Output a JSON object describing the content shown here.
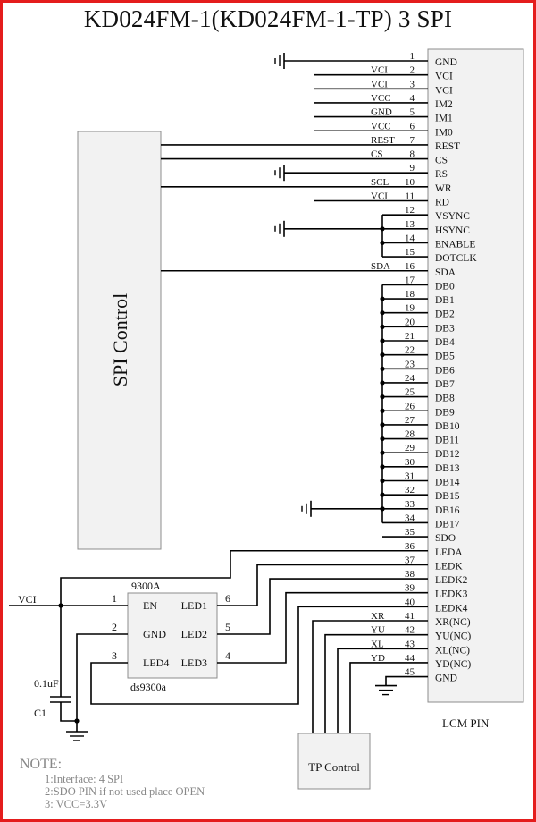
{
  "title": "KD024FM-1(KD024FM-1-TP)  3 SPI",
  "spi_block_label": "SPI Control",
  "lcm_label": "LCM PIN",
  "tp_block_label": "TP Control",
  "pins": [
    {
      "num": "1",
      "name": "GND",
      "sig": ""
    },
    {
      "num": "2",
      "name": "VCI",
      "sig": "VCI"
    },
    {
      "num": "3",
      "name": "VCI",
      "sig": "VCI"
    },
    {
      "num": "4",
      "name": "IM2",
      "sig": "VCC"
    },
    {
      "num": "5",
      "name": "IM1",
      "sig": "GND"
    },
    {
      "num": "6",
      "name": "IM0",
      "sig": "VCC"
    },
    {
      "num": "7",
      "name": "REST",
      "sig": "REST"
    },
    {
      "num": "8",
      "name": "CS",
      "sig": "CS"
    },
    {
      "num": "9",
      "name": "RS",
      "sig": ""
    },
    {
      "num": "10",
      "name": "WR",
      "sig": "SCL"
    },
    {
      "num": "11",
      "name": "RD",
      "sig": "VCI"
    },
    {
      "num": "12",
      "name": "VSYNC",
      "sig": ""
    },
    {
      "num": "13",
      "name": "HSYNC",
      "sig": ""
    },
    {
      "num": "14",
      "name": "ENABLE",
      "sig": ""
    },
    {
      "num": "15",
      "name": "DOTCLK",
      "sig": ""
    },
    {
      "num": "16",
      "name": "SDA",
      "sig": "SDA"
    },
    {
      "num": "17",
      "name": "DB0",
      "sig": ""
    },
    {
      "num": "18",
      "name": "DB1",
      "sig": ""
    },
    {
      "num": "19",
      "name": "DB2",
      "sig": ""
    },
    {
      "num": "20",
      "name": "DB3",
      "sig": ""
    },
    {
      "num": "21",
      "name": "DB4",
      "sig": ""
    },
    {
      "num": "22",
      "name": "DB5",
      "sig": ""
    },
    {
      "num": "23",
      "name": "DB6",
      "sig": ""
    },
    {
      "num": "24",
      "name": "DB7",
      "sig": ""
    },
    {
      "num": "25",
      "name": "DB8",
      "sig": ""
    },
    {
      "num": "26",
      "name": "DB9",
      "sig": ""
    },
    {
      "num": "27",
      "name": "DB10",
      "sig": ""
    },
    {
      "num": "28",
      "name": "DB11",
      "sig": ""
    },
    {
      "num": "29",
      "name": "DB12",
      "sig": ""
    },
    {
      "num": "30",
      "name": "DB13",
      "sig": ""
    },
    {
      "num": "31",
      "name": "DB14",
      "sig": ""
    },
    {
      "num": "32",
      "name": "DB15",
      "sig": ""
    },
    {
      "num": "33",
      "name": "DB16",
      "sig": ""
    },
    {
      "num": "34",
      "name": "DB17",
      "sig": ""
    },
    {
      "num": "35",
      "name": "SDO",
      "sig": ""
    },
    {
      "num": "36",
      "name": "LEDA",
      "sig": ""
    },
    {
      "num": "37",
      "name": "LEDK",
      "sig": ""
    },
    {
      "num": "38",
      "name": "LEDK2",
      "sig": ""
    },
    {
      "num": "39",
      "name": "LEDK3",
      "sig": ""
    },
    {
      "num": "40",
      "name": "LEDK4",
      "sig": ""
    },
    {
      "num": "41",
      "name": "XR(NC)",
      "sig": "XR"
    },
    {
      "num": "42",
      "name": "YU(NC)",
      "sig": "YU"
    },
    {
      "num": "43",
      "name": "XL(NC)",
      "sig": "XL"
    },
    {
      "num": "44",
      "name": "YD(NC)",
      "sig": "YD"
    },
    {
      "num": "45",
      "name": "GND",
      "sig": ""
    }
  ],
  "driver": {
    "part_label": "9300A",
    "ref_label": "ds9300a",
    "vci_label": "VCI",
    "pins": [
      {
        "num": "1",
        "name": "EN"
      },
      {
        "num": "2",
        "name": "GND"
      },
      {
        "num": "3",
        "name": "LED4"
      },
      {
        "num": "6",
        "name": "LED1"
      },
      {
        "num": "5",
        "name": "LED2"
      },
      {
        "num": "4",
        "name": "LED3"
      }
    ]
  },
  "capacitor": {
    "value": "0.1uF",
    "ref": "C1"
  },
  "notes": {
    "title": "NOTE:",
    "lines": [
      "1:Interface: 4 SPI",
      "2:SDO PIN if not used place OPEN",
      "3: VCC=3.3V"
    ]
  }
}
